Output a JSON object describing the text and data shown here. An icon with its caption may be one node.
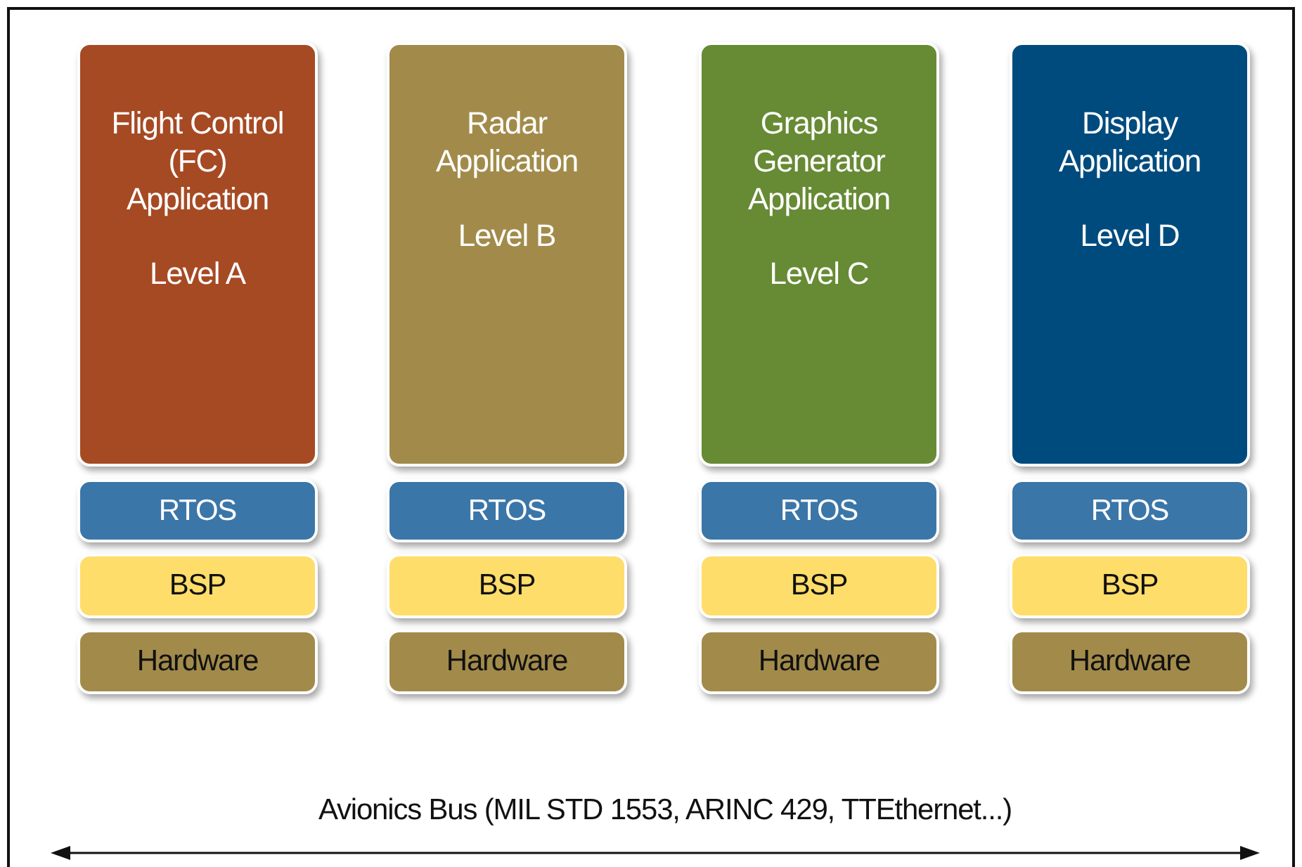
{
  "diagram": {
    "nodes": [
      {
        "text": [
          "Flight Control (FC) Application",
          "Level A"
        ]
      },
      {
        "text": [
          "RTOS"
        ]
      },
      {
        "text": [
          "BSP"
        ]
      },
      {
        "text": [
          "Hardware"
        ]
      },
      {
        "text": [
          "Radar Application",
          "Level B"
        ]
      },
      {
        "text": [
          "RTOS"
        ]
      },
      {
        "text": [
          "BSP"
        ]
      },
      {
        "text": [
          "Hardware"
        ]
      },
      {
        "text": [
          "Graphics Generator Application",
          "Level C"
        ]
      },
      {
        "text": [
          "RTOS"
        ]
      },
      {
        "text": [
          "BSP"
        ]
      },
      {
        "text": [
          "Hardware"
        ]
      },
      {
        "text": [
          "Display Application",
          "Level D"
        ]
      },
      {
        "text": [
          "RTOS"
        ]
      },
      {
        "text": [
          "BSP"
        ]
      },
      {
        "text": [
          "Hardware"
        ]
      }
    ],
    "labels": [
      "Avionics Bus (MIL STD 1553, ARINC 429, TTEthernet...)"
    ]
  }
}
